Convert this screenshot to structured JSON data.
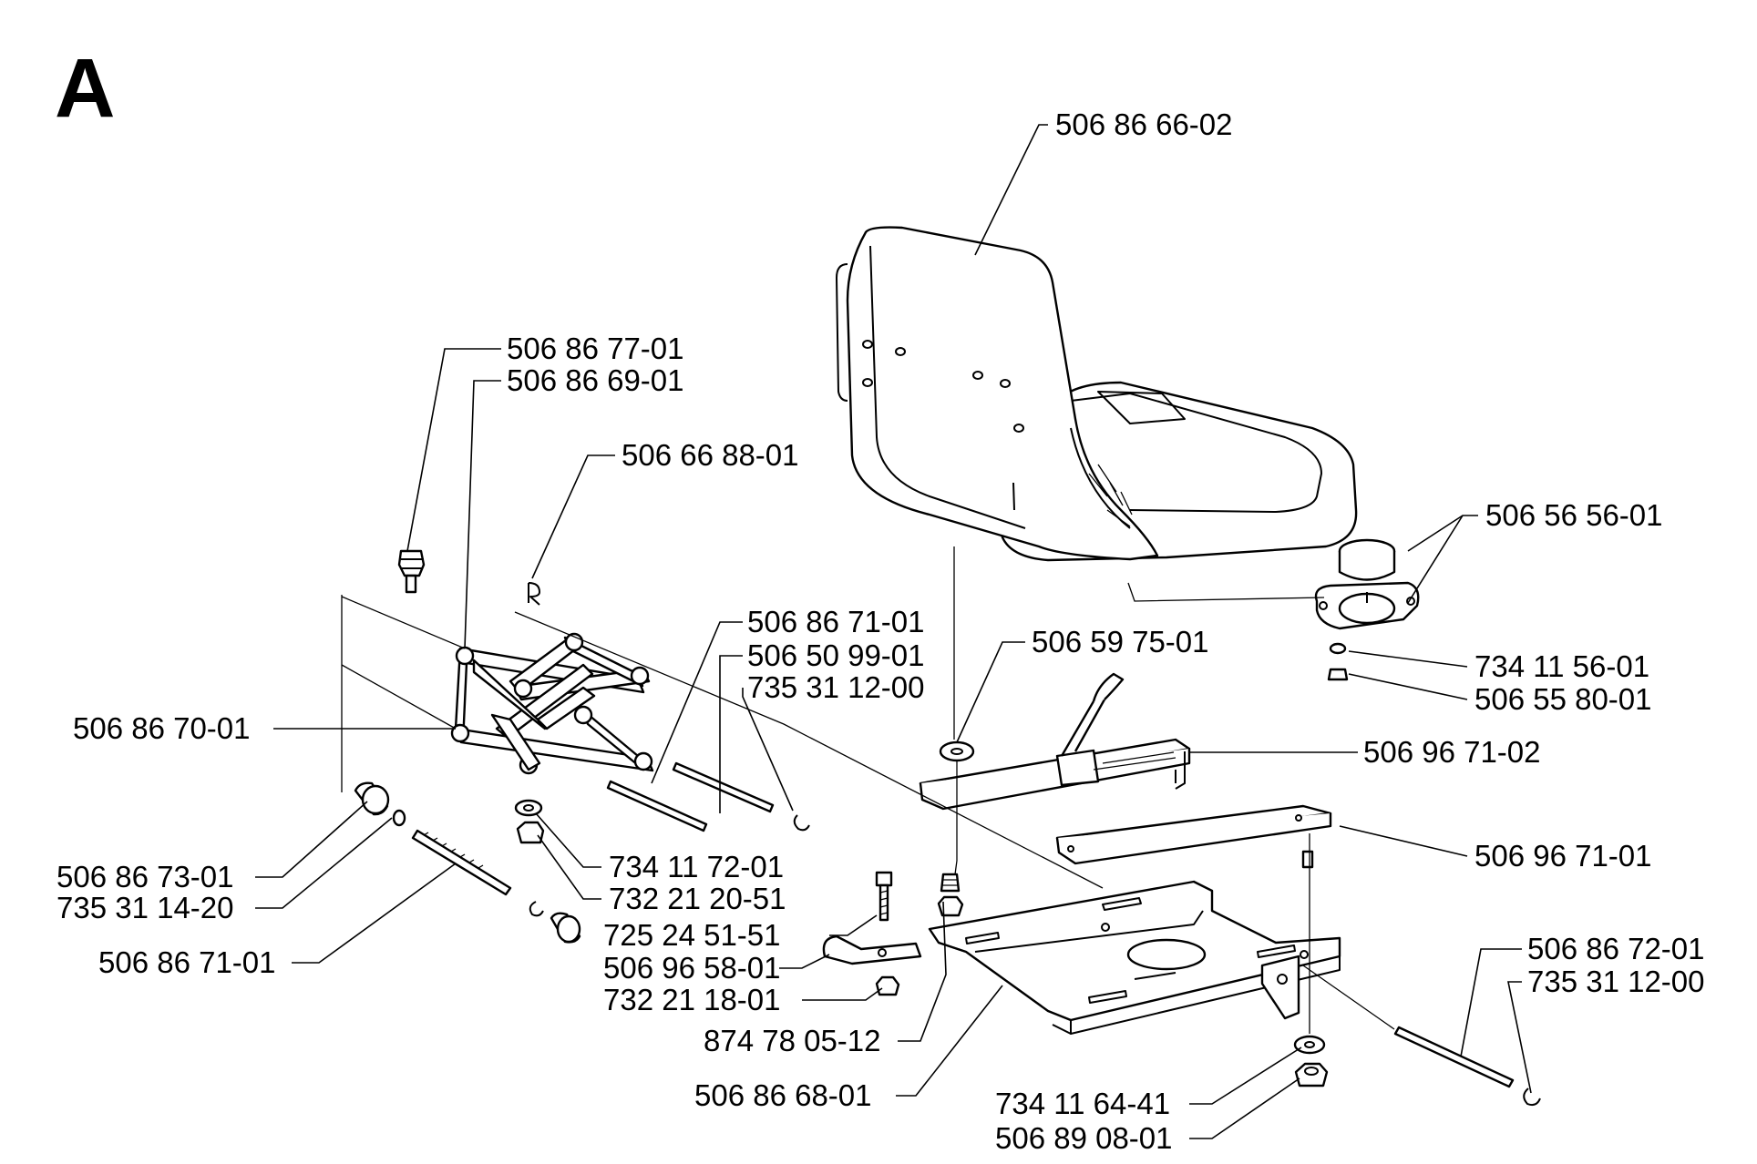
{
  "section_label": "A",
  "parts": [
    {
      "id": "seat",
      "number": "506 86 66-02"
    },
    {
      "id": "seat_pin_1",
      "number": "506 86 77-01"
    },
    {
      "id": "seat_pin_2",
      "number": "506 86 69-01"
    },
    {
      "id": "r_clip",
      "number": "506 66 88-01"
    },
    {
      "id": "rod_upper",
      "number": "506 86 71-01"
    },
    {
      "id": "rod_upper_2",
      "number": "506 50 99-01"
    },
    {
      "id": "clip_upper",
      "number": "735 31 12-00"
    },
    {
      "id": "linkage",
      "number": "506 86 70-01"
    },
    {
      "id": "washer_rail",
      "number": "506 59 75-01"
    },
    {
      "id": "bump_stop",
      "number": "506 56 56-01"
    },
    {
      "id": "washer_stop",
      "number": "734 11 56-01"
    },
    {
      "id": "nut_stop",
      "number": "506 55 80-01"
    },
    {
      "id": "rail_lever",
      "number": "506 96 71-02"
    },
    {
      "id": "rail",
      "number": "506 96 71-01"
    },
    {
      "id": "bushing",
      "number": "506 86 73-01"
    },
    {
      "id": "clip_lower",
      "number": "735 31 14-20"
    },
    {
      "id": "rod_lower",
      "number": "506 86 71-01"
    },
    {
      "id": "washer_link",
      "number": "734 11 72-01"
    },
    {
      "id": "nut_link",
      "number": "732 21 20-51"
    },
    {
      "id": "bolt_bracket",
      "number": "725 24 51-51"
    },
    {
      "id": "bracket",
      "number": "506 96 58-01"
    },
    {
      "id": "nut_bracket",
      "number": "732 21 18-01"
    },
    {
      "id": "bolt_rail",
      "number": "874 78 05-12"
    },
    {
      "id": "base_plate",
      "number": "506 86 68-01"
    },
    {
      "id": "rod_right",
      "number": "506 86 72-01"
    },
    {
      "id": "clip_right",
      "number": "735 31 12-00"
    },
    {
      "id": "washer_base",
      "number": "734 11 64-41"
    },
    {
      "id": "nut_base",
      "number": "506 89 08-01"
    }
  ]
}
